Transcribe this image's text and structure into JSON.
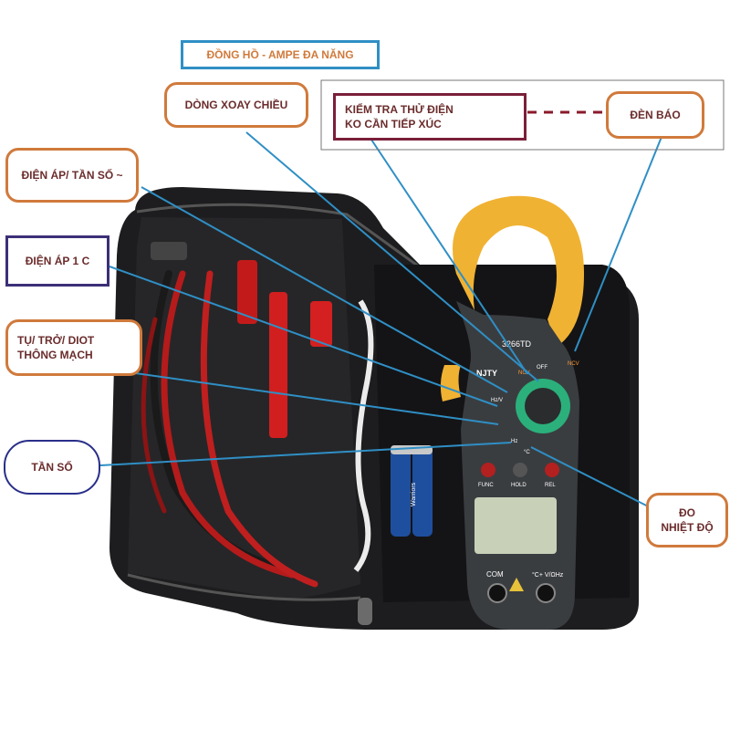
{
  "title": "ĐỒNG HỒ - AMPE ĐA NĂNG",
  "labels": {
    "ac_current": "DÒNG XOAY CHIỀU",
    "ncv_line1": "KIỂM TRA THỬ ĐIỆN",
    "ncv_line2": "KO CẦN TIẾP XÚC",
    "indicator": "ĐÈN BÁO",
    "voltage_frequency": "ĐIỆN ÁP/ TẦN SỐ ~",
    "dc_voltage": "ĐIỆN ÁP 1 C",
    "cap_line1": "TỤ/ TRỞ/ DIOT",
    "cap_line2": "THÔNG MẠCH",
    "frequency": "TẦN SỐ",
    "temp_line1": "ĐO",
    "temp_line2": "NHIỆT ĐỘ"
  },
  "device": {
    "brand": "NJTY",
    "model": "3266TD",
    "dial_marks": [
      "NCV",
      "OFF",
      "NCV",
      "Hz/V",
      "Hz",
      "°C"
    ],
    "buttons": [
      "FUNC",
      "HOLD",
      "REL"
    ],
    "ports": [
      "COM",
      "°C+ V/ΩHz"
    ]
  },
  "battery_text": "Warriors"
}
